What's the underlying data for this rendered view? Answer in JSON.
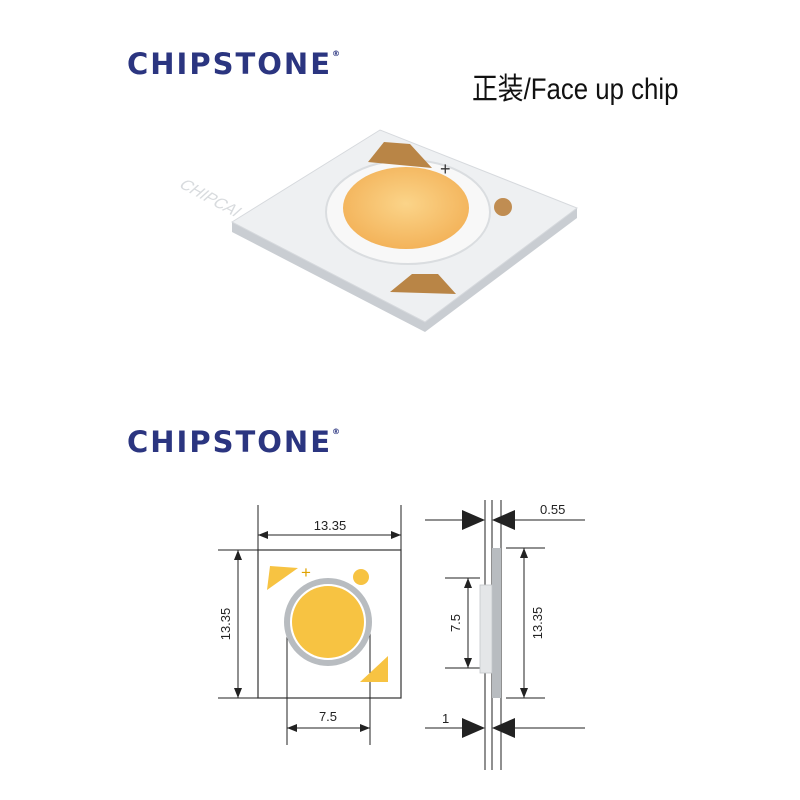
{
  "logo": {
    "text": "CHIPSTONE",
    "registered": "®"
  },
  "title": {
    "chinese": "正装",
    "english": "/Face up chip"
  },
  "photo": {
    "engraving": "CHIPCAI",
    "plus_mark": "+"
  },
  "drawing": {
    "front_view": {
      "width_label": "13.35",
      "height_label": "13.35",
      "led_diameter_label": "7.5",
      "plus_mark": "+"
    },
    "side_view": {
      "thickness_label": "0.55",
      "height_label": "13.35",
      "inner_height_label": "7.5",
      "bottom_label": "1"
    }
  },
  "colors": {
    "brand_blue": "#2b3580",
    "led_yellow": "#f7c342",
    "pad_gold": "#c8923f"
  }
}
